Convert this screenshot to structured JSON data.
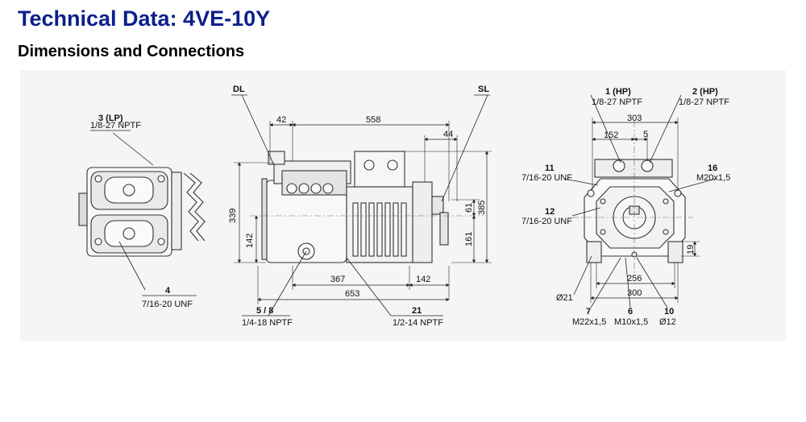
{
  "page": {
    "title": "Technical Data: 4VE-10Y",
    "subtitle": "Dimensions and Connections"
  },
  "drawing": {
    "left_view": {
      "label_3": "3 (LP)",
      "label_3_spec": "1/8-27 NPTF",
      "label_4": "4",
      "label_4_spec": "7/16-20 UNF"
    },
    "side_view": {
      "label_dl": "DL",
      "label_sl": "SL",
      "dim_42": "42",
      "dim_558": "558",
      "dim_44": "44",
      "dim_339": "339",
      "dim_142_v": "142",
      "dim_61": "61",
      "dim_385": "385",
      "dim_161": "161",
      "dim_367": "367",
      "dim_142_h": "142",
      "dim_653": "653",
      "label_5_8": "5 / 8",
      "label_5_8_spec": "1/4-18 NPTF",
      "label_21": "21",
      "label_21_spec": "1/2-14 NPTF"
    },
    "front_view": {
      "label_1": "1 (HP)",
      "label_1_spec": "1/8-27 NPTF",
      "label_2": "2 (HP)",
      "label_2_spec": "1/8-27 NPTF",
      "dim_303": "303",
      "dim_152": "152",
      "dim_5": "5",
      "label_11": "11",
      "label_11_spec": "7/16-20 UNF",
      "label_16": "16",
      "label_16_spec": "M20x1,5",
      "label_12": "12",
      "label_12_spec": "7/16-20 UNF",
      "dim_19": "19",
      "dim_256": "256",
      "dim_300": "300",
      "dim_21": "Ø21",
      "label_7": "7",
      "label_7_spec": "M22x1,5",
      "label_6": "6",
      "label_6_spec": "M10x1,5",
      "label_10": "10",
      "label_10_spec": "Ø12"
    }
  }
}
